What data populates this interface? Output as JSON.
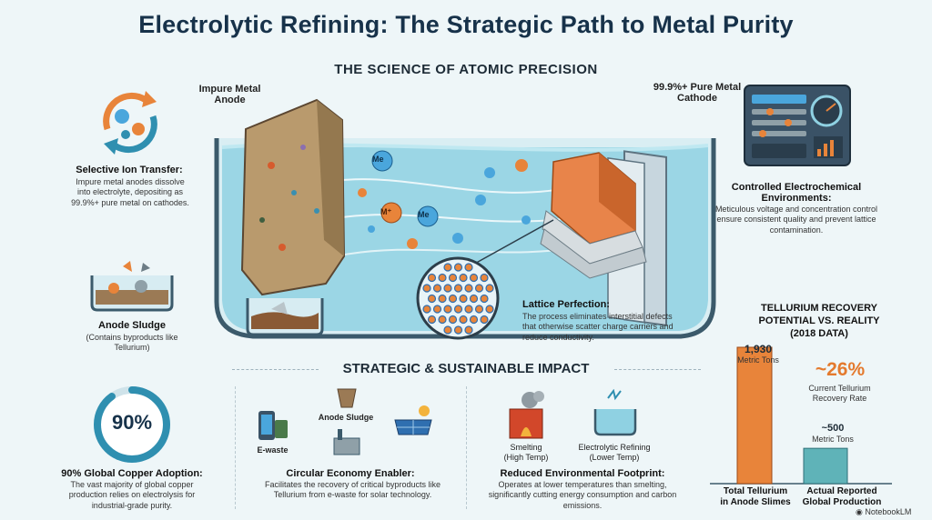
{
  "title": "Electrolytic Refining: The Strategic Path to Metal Purity",
  "science_heading": "THE SCIENCE OF ATOMIC PRECISION",
  "anode_label": "Impure Metal Anode",
  "cathode_label": "99.9%+ Pure Metal Cathode",
  "ions": [
    "Me",
    "Me",
    "M⁺"
  ],
  "selective": {
    "title": "Selective Ion Transfer:",
    "text": "Impure metal anodes dissolve into electrolyte, depositing as 99.9%+ pure metal on cathodes."
  },
  "sludge": {
    "title": "Anode Sludge",
    "text": "(Contains byproducts like Tellurium)"
  },
  "lattice": {
    "title": "Lattice Perfection:",
    "text": "The process eliminates interstitial defects that otherwise scatter charge carriers and reduce conductivity."
  },
  "controlled": {
    "title": "Controlled Electrochemical Environments:",
    "text": "Meticulous voltage and concentration control ensure consistent quality and prevent lattice contamination."
  },
  "impact_heading": "STRATEGIC & SUSTAINABLE IMPACT",
  "adoption": {
    "value": "90%",
    "fraction": 0.9,
    "title": "90% Global Copper Adoption:",
    "text": "The vast majority of global copper production relies on electrolysis for industrial-grade purity."
  },
  "circular": {
    "ewaste_label": "E-waste",
    "sludge_label": "Anode Sludge",
    "title": "Circular Economy Enabler:",
    "text": "Facilitates the recovery of critical byproducts like Tellurium from e-waste for solar technology."
  },
  "footprint": {
    "smelting_label": "Smelting",
    "smelting_sub": "(High Temp)",
    "refining_label": "Electrolytic Refining",
    "refining_sub": "(Lower Temp)",
    "title": "Reduced Environmental Footprint:",
    "text": "Operates at lower temperatures than smelting, significantly cutting energy consumption and carbon emissions."
  },
  "tellurium": {
    "title_line1": "TELLURIUM RECOVERY",
    "title_line2": "POTENTIAL VS. REALITY",
    "title_line3": "(2018 DATA)",
    "big_value": "1,930",
    "big_unit": "Metric Tons",
    "small_value": "~500",
    "small_unit": "Metric Tons",
    "rate_value": "~26%",
    "rate_label_line1": "Current Tellurium",
    "rate_label_line2": "Recovery Rate",
    "cat1_line1": "Total Tellurium",
    "cat1_line2": "in Anode Slimes",
    "cat2_line1": "Actual Reported",
    "cat2_line2": "Global Production"
  },
  "chart_data": {
    "type": "bar",
    "categories": [
      "Total Tellurium in Anode Slimes",
      "Actual Reported Global Production"
    ],
    "values": [
      1930,
      500
    ],
    "title": "TELLURIUM RECOVERY POTENTIAL VS. REALITY (2018 DATA)",
    "ylabel": "Metric Tons",
    "ylim": [
      0,
      1930
    ],
    "colors": [
      "#e8843a",
      "#5fb3b8"
    ]
  },
  "brand": "NotebookLM",
  "colors": {
    "title": "#17324a",
    "accent_orange": "#e47a2e",
    "accent_teal": "#2f8fb0",
    "bar_orange": "#e8843a",
    "bar_teal": "#5fb3b8"
  }
}
